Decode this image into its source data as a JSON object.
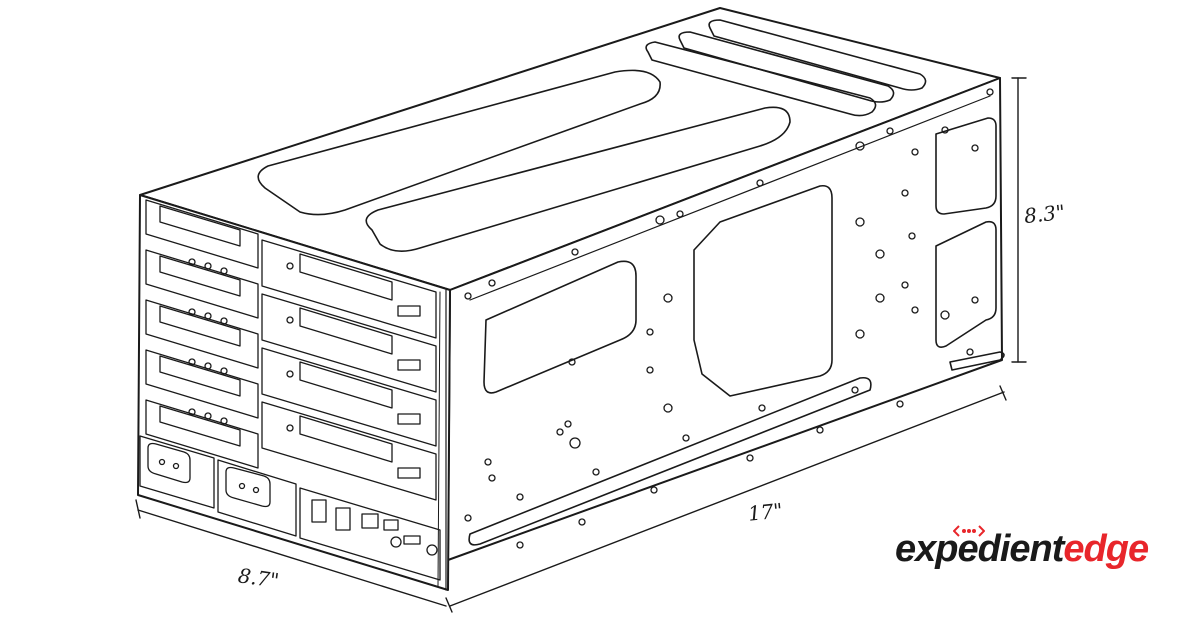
{
  "dimensions": {
    "height": "8.3\"",
    "length": "17\"",
    "width": "8.7\""
  },
  "logo": {
    "word1": "expedient",
    "word2": "edge",
    "colors": {
      "dark": "#1a1a1a",
      "accent": "#e8262b"
    }
  },
  "drawing": {
    "style": "line-art",
    "stroke": "#1a1a1a",
    "background": "#ffffff"
  }
}
